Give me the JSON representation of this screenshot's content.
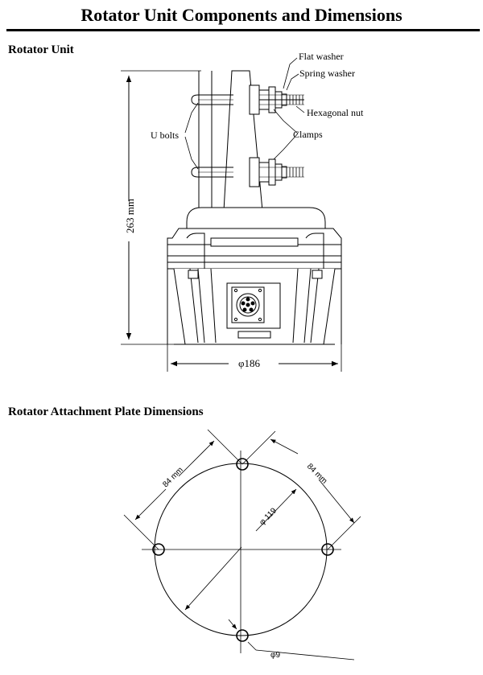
{
  "title": "Rotator Unit Components and Dimensions",
  "rotator_unit": {
    "heading": "Rotator Unit",
    "labels": {
      "flat_washer": "Flat washer",
      "spring_washer": "Spring washer",
      "hexagonal_nut": "Hexagonal nut",
      "u_bolts": "U bolts",
      "clamps": "Clamps"
    },
    "height_dim": "263 mm",
    "diameter_dim": "φ186"
  },
  "attachment_plate": {
    "heading": "Rotator Attachment Plate Dimensions",
    "spacing_left": "84 mm",
    "spacing_right": "84 mm",
    "circle_dim": "φ 119",
    "hole_dim": "φ9"
  }
}
